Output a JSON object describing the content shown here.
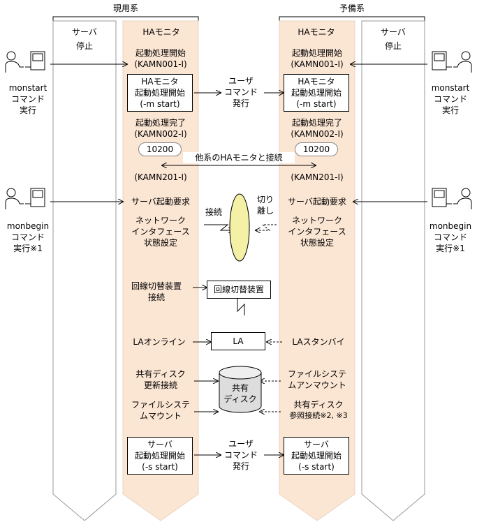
{
  "systems": {
    "active": "現用系",
    "standby": "予備系"
  },
  "columns": {
    "server": "サーバ",
    "ha_monitor": "HAモニタ",
    "server_state": "停止"
  },
  "left_commands": {
    "monstart": [
      "monstart",
      "コマンド",
      "実行"
    ],
    "monbegin": [
      "monbegin",
      "コマンド",
      "実行※1"
    ]
  },
  "right_commands": {
    "monstart": [
      "monstart",
      "コマンド",
      "実行"
    ],
    "monbegin": [
      "monbegin",
      "コマンド",
      "実行※1"
    ]
  },
  "active_steps": {
    "startup_begin": [
      "起動処理開始",
      "(KAMN001-I)"
    ],
    "ha_start_box": [
      "HAモニタ",
      "起動処理開始",
      "(-m start)"
    ],
    "startup_done": [
      "起動処理完了",
      "(KAMN002-I)"
    ],
    "port": "10200",
    "connect_msg": "(KAMN201-I)",
    "server_start_request": "サーバ起動要求",
    "network_setup": [
      "ネットワーク",
      "インタフェース",
      "状態設定"
    ],
    "switch_connect": [
      "回線切替装置",
      "接続"
    ],
    "la": "LAオンライン",
    "disk_update": [
      "共有ディスク",
      "更新接続"
    ],
    "fs_mount": [
      "ファイルシステ",
      "ムマウント"
    ],
    "server_box": [
      "サーバ",
      "起動処理開始",
      "(-s start)"
    ]
  },
  "standby_steps": {
    "startup_begin": [
      "起動処理開始",
      "(KAMN001-I)"
    ],
    "ha_start_box": [
      "HAモニタ",
      "起動処理開始",
      "(-m start)"
    ],
    "startup_done": [
      "起動処理完了",
      "(KAMN002-I)"
    ],
    "port": "10200",
    "connect_msg": "(KAMN201-I)",
    "server_start_request": "サーバ起動要求",
    "network_setup": [
      "ネットワーク",
      "インタフェース",
      "状態設定"
    ],
    "la": "LAスタンバイ",
    "fs_unmount": [
      "ファイルシステ",
      "ムアンマウント"
    ],
    "disk_ref": [
      "共有ディスク",
      "参照接続※2, ※3"
    ],
    "server_box": [
      "サーバ",
      "起動処理開始",
      "(-s start)"
    ]
  },
  "center": {
    "user_command_top": [
      "ユーザ",
      "コマンド",
      "発行"
    ],
    "user_command_bottom": [
      "ユーザ",
      "コマンド",
      "発行"
    ],
    "connect_other": "他系のHAモニタと接続",
    "connect_label": "接続",
    "disconnect_label": [
      "切り",
      "離し"
    ],
    "switch_device": "回線切替装置",
    "la_box": "LA",
    "shared_disk": [
      "共有",
      "ディスク"
    ]
  }
}
